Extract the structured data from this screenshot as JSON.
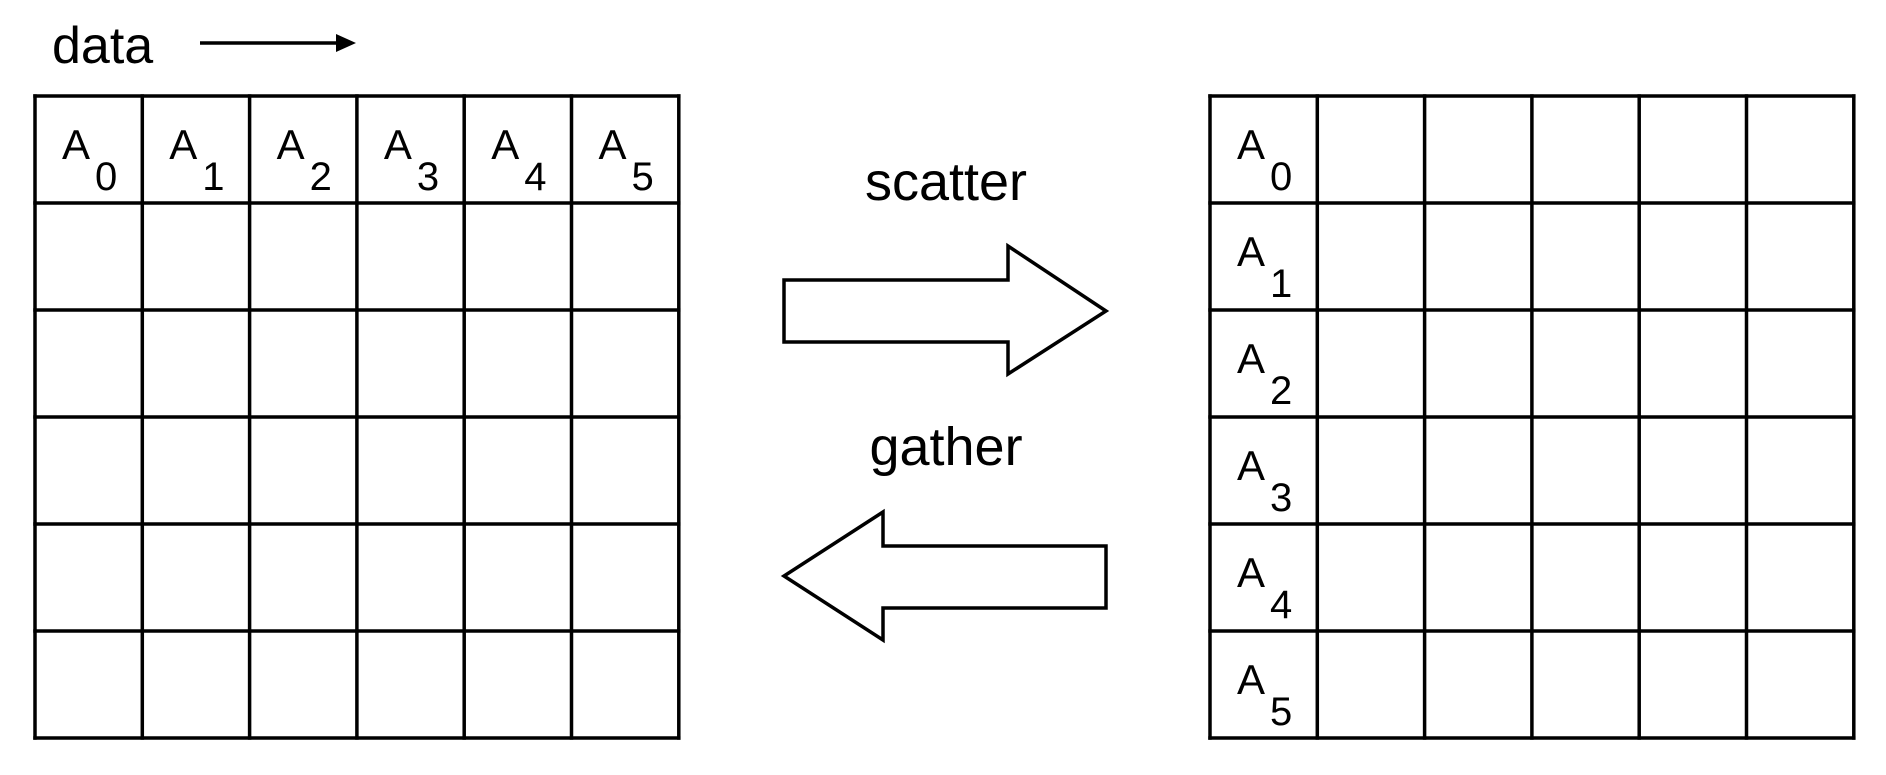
{
  "data_label": "data",
  "operations": {
    "scatter": "scatter",
    "gather": "gather"
  },
  "left_matrix": {
    "rows": 6,
    "cols": 6,
    "cells": [
      {
        "row": 0,
        "col": 0,
        "base": "A",
        "sub": "0"
      },
      {
        "row": 0,
        "col": 1,
        "base": "A",
        "sub": "1"
      },
      {
        "row": 0,
        "col": 2,
        "base": "A",
        "sub": "2"
      },
      {
        "row": 0,
        "col": 3,
        "base": "A",
        "sub": "3"
      },
      {
        "row": 0,
        "col": 4,
        "base": "A",
        "sub": "4"
      },
      {
        "row": 0,
        "col": 5,
        "base": "A",
        "sub": "5"
      }
    ]
  },
  "right_matrix": {
    "rows": 6,
    "cols": 6,
    "cells": [
      {
        "row": 0,
        "col": 0,
        "base": "A",
        "sub": "0"
      },
      {
        "row": 1,
        "col": 0,
        "base": "A",
        "sub": "1"
      },
      {
        "row": 2,
        "col": 0,
        "base": "A",
        "sub": "2"
      },
      {
        "row": 3,
        "col": 0,
        "base": "A",
        "sub": "3"
      },
      {
        "row": 4,
        "col": 0,
        "base": "A",
        "sub": "4"
      },
      {
        "row": 5,
        "col": 0,
        "base": "A",
        "sub": "5"
      }
    ]
  }
}
